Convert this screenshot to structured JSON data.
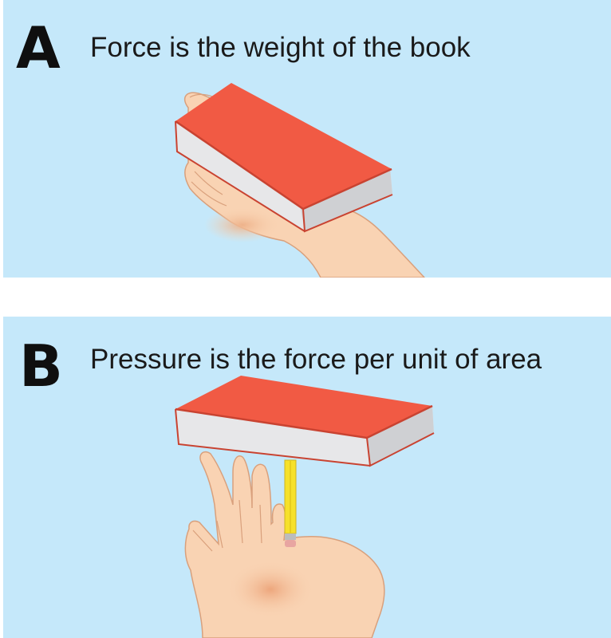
{
  "panels": [
    {
      "letter": "A",
      "caption": "Force is the weight of the book"
    },
    {
      "letter": "B",
      "caption": "Pressure is the force per unit of area"
    }
  ],
  "colors": {
    "background": "#c5e8fa",
    "book_cover": "#f15a44",
    "book_pages": "#e7e7e9",
    "skin": "#f9d3b3",
    "skin_outline": "#d9a07c",
    "pencil": "#f6e12a"
  }
}
